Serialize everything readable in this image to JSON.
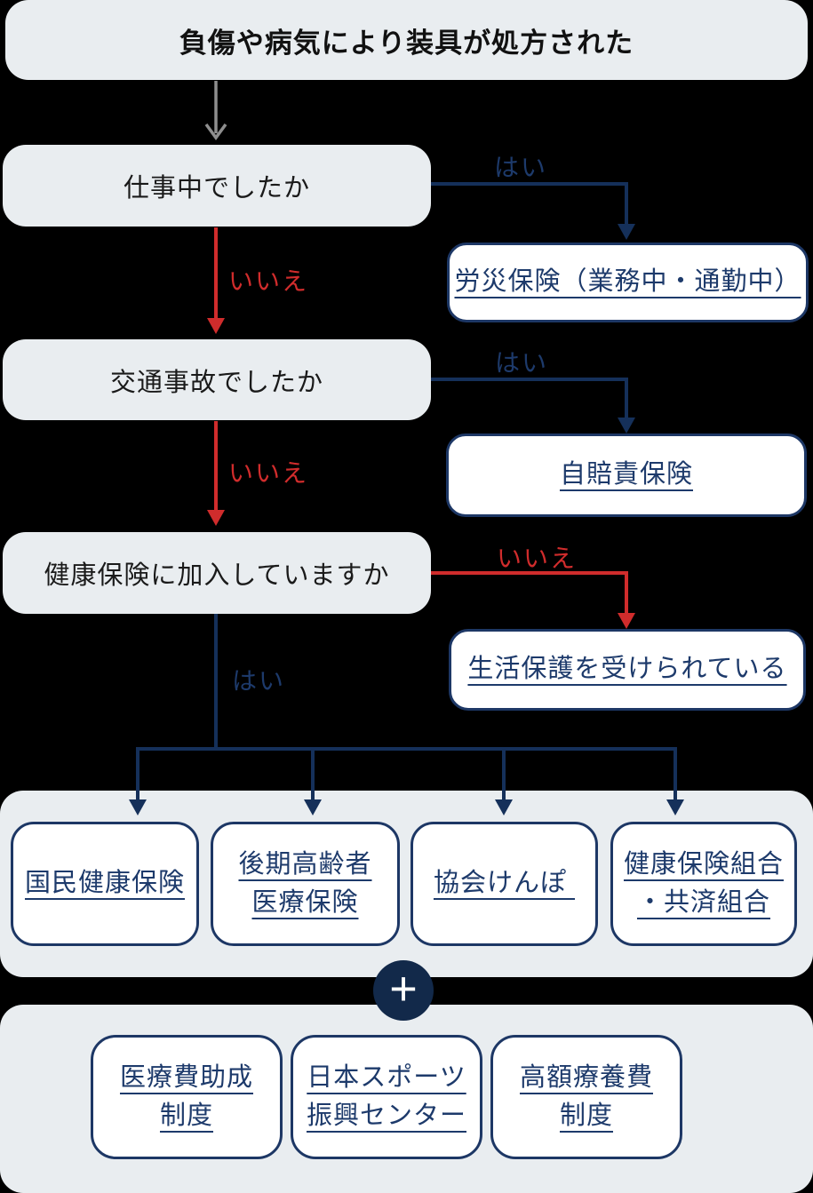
{
  "colors": {
    "background": "#000000",
    "panel_gray": "#e9edf0",
    "box_white": "#ffffff",
    "navy_line": "#15305a",
    "navy_text": "#1d3a6b",
    "navy_border": "#1d3765",
    "plus_circle": "#12294a",
    "red": "#d02c2c",
    "heading_text": "#111111",
    "gray_arrow": "#8e8e8e"
  },
  "start": {
    "title": "負傷や病気により装具が処方された"
  },
  "questions": [
    {
      "text": "仕事中でしたか",
      "yes": "はい",
      "no": "いいえ"
    },
    {
      "text": "交通事故でしたか",
      "yes": "はい",
      "no": "いいえ"
    },
    {
      "text": "健康保険に加入していますか",
      "yes": "はい",
      "no": "いいえ"
    }
  ],
  "results": {
    "work_injury": "労災保険（業務中・通勤中）",
    "traffic_accident": "自賠責保険",
    "no_insurance": "生活保護を受けられている"
  },
  "insurance_options": [
    {
      "line1": "国民健康保険",
      "line2": ""
    },
    {
      "line1": "後期高齢者",
      "line2": "医療保険"
    },
    {
      "line1": "協会けんぽ ",
      "line2": ""
    },
    {
      "line1": "健康保険組合",
      "line2": "・共済組合"
    }
  ],
  "plus_icon": {
    "symbol": "+"
  },
  "support_programs": [
    {
      "line1": "医療費助成",
      "line2": "制度"
    },
    {
      "line1": "日本スポーツ",
      "line2": "振興センター"
    },
    {
      "line1": "高額療養費",
      "line2": "制度"
    }
  ]
}
